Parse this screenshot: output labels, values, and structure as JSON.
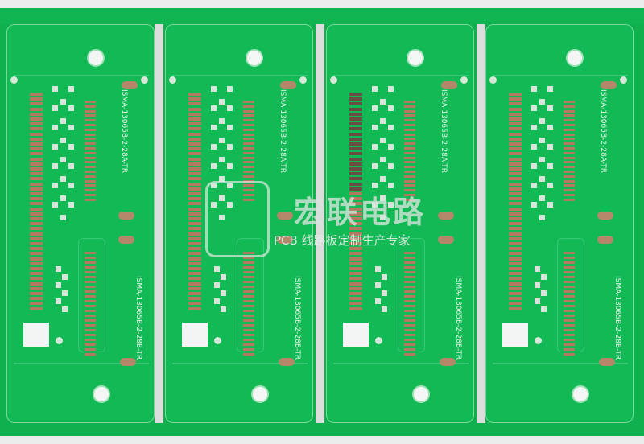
{
  "panel": {
    "board_color": "#12b955",
    "copper_color": "#b27a60",
    "boards": [
      {
        "label_top": "ISMA-13065B-2-28A-TR",
        "label_bottom": "ISMA-13065B-2-28B-TR"
      },
      {
        "label_top": "ISMA-13065B-2-28A-TR",
        "label_bottom": "ISMA-13065B-2-28B-TR"
      },
      {
        "label_top": "ISMA-13065B-2-28A-TR",
        "label_bottom": "ISMA-13065B-2-28B-TR"
      },
      {
        "label_top": "ISMA-13065B-2-28A-TR",
        "label_bottom": "ISMA-13065B-2-28B-TR"
      }
    ]
  },
  "watermark": {
    "title": "宏联电路",
    "subtitle": "PCB 线路板定制生产专家"
  }
}
